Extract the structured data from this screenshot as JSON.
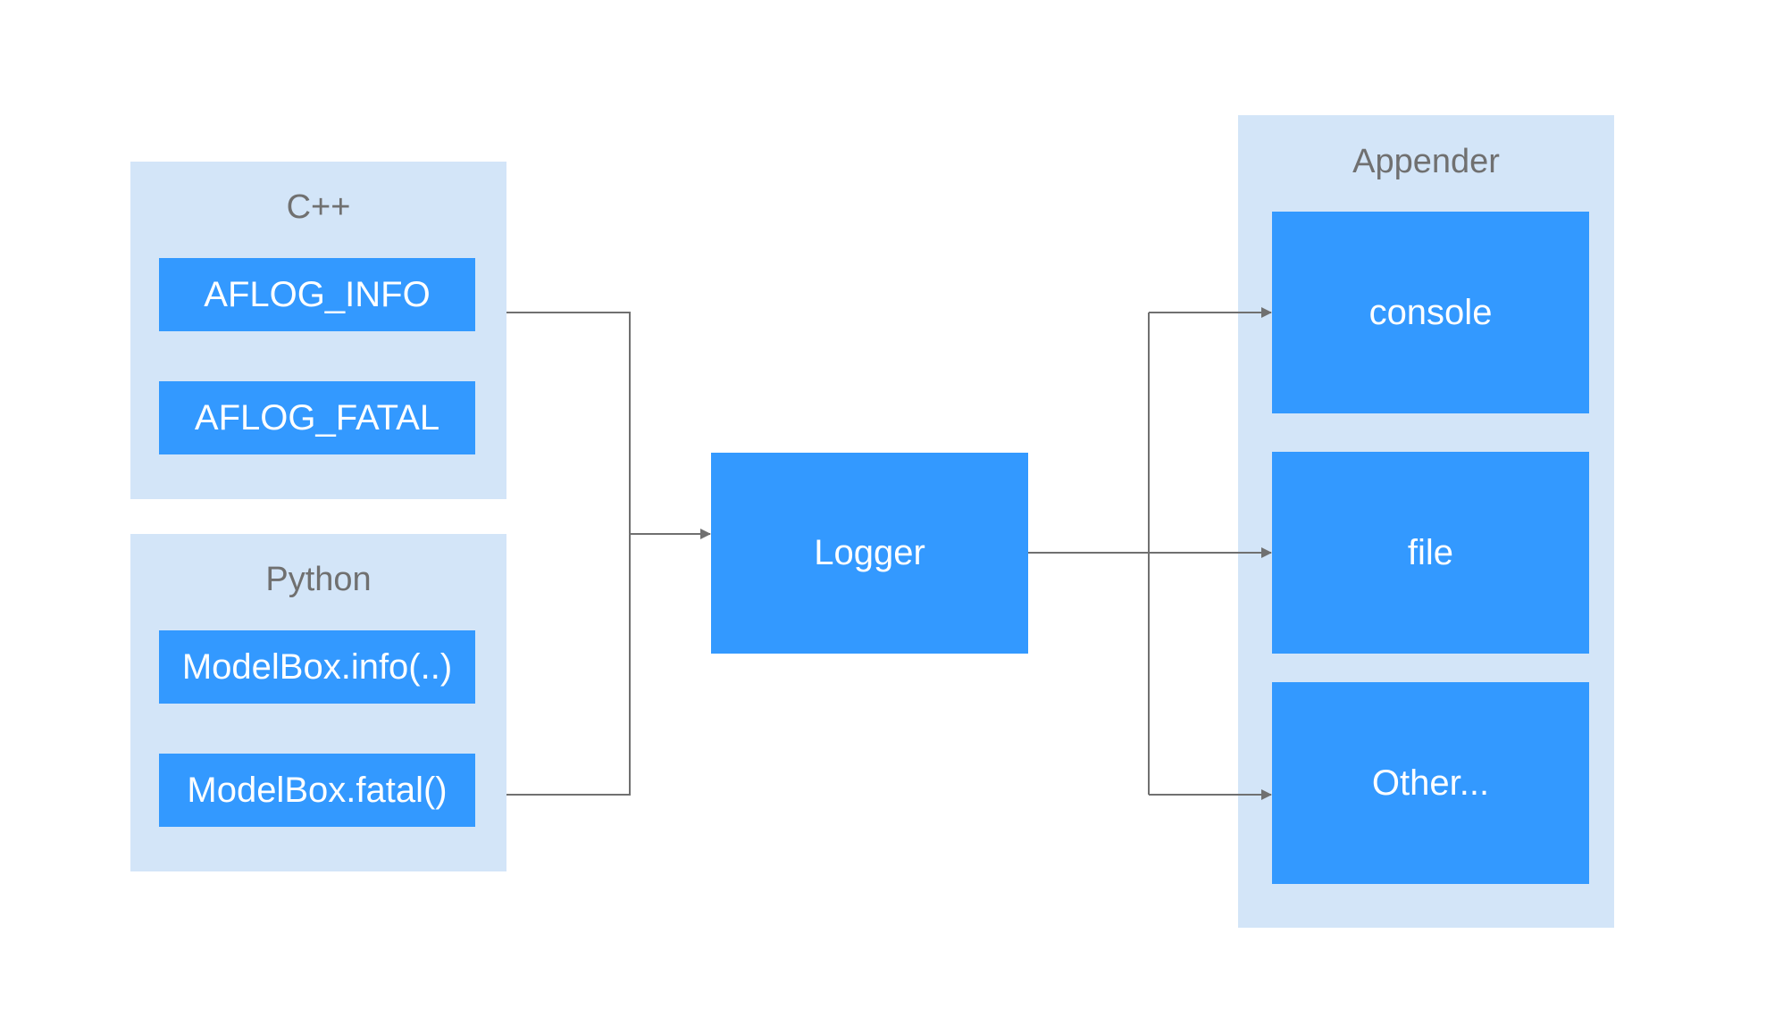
{
  "diagram": {
    "cpp_group": {
      "title": "C++",
      "items": [
        "AFLOG_INFO",
        "AFLOG_FATAL"
      ]
    },
    "python_group": {
      "title": "Python",
      "items": [
        "ModelBox.info(..)",
        "ModelBox.fatal()"
      ]
    },
    "logger": {
      "label": "Logger"
    },
    "appender_group": {
      "title": "Appender",
      "items": [
        "console",
        "file",
        "Other..."
      ]
    },
    "colors": {
      "group_background": "#d3e5f8",
      "node_fill": "#3399ff",
      "node_text": "#ffffff",
      "title_text": "#707070",
      "connector": "#707070"
    }
  }
}
